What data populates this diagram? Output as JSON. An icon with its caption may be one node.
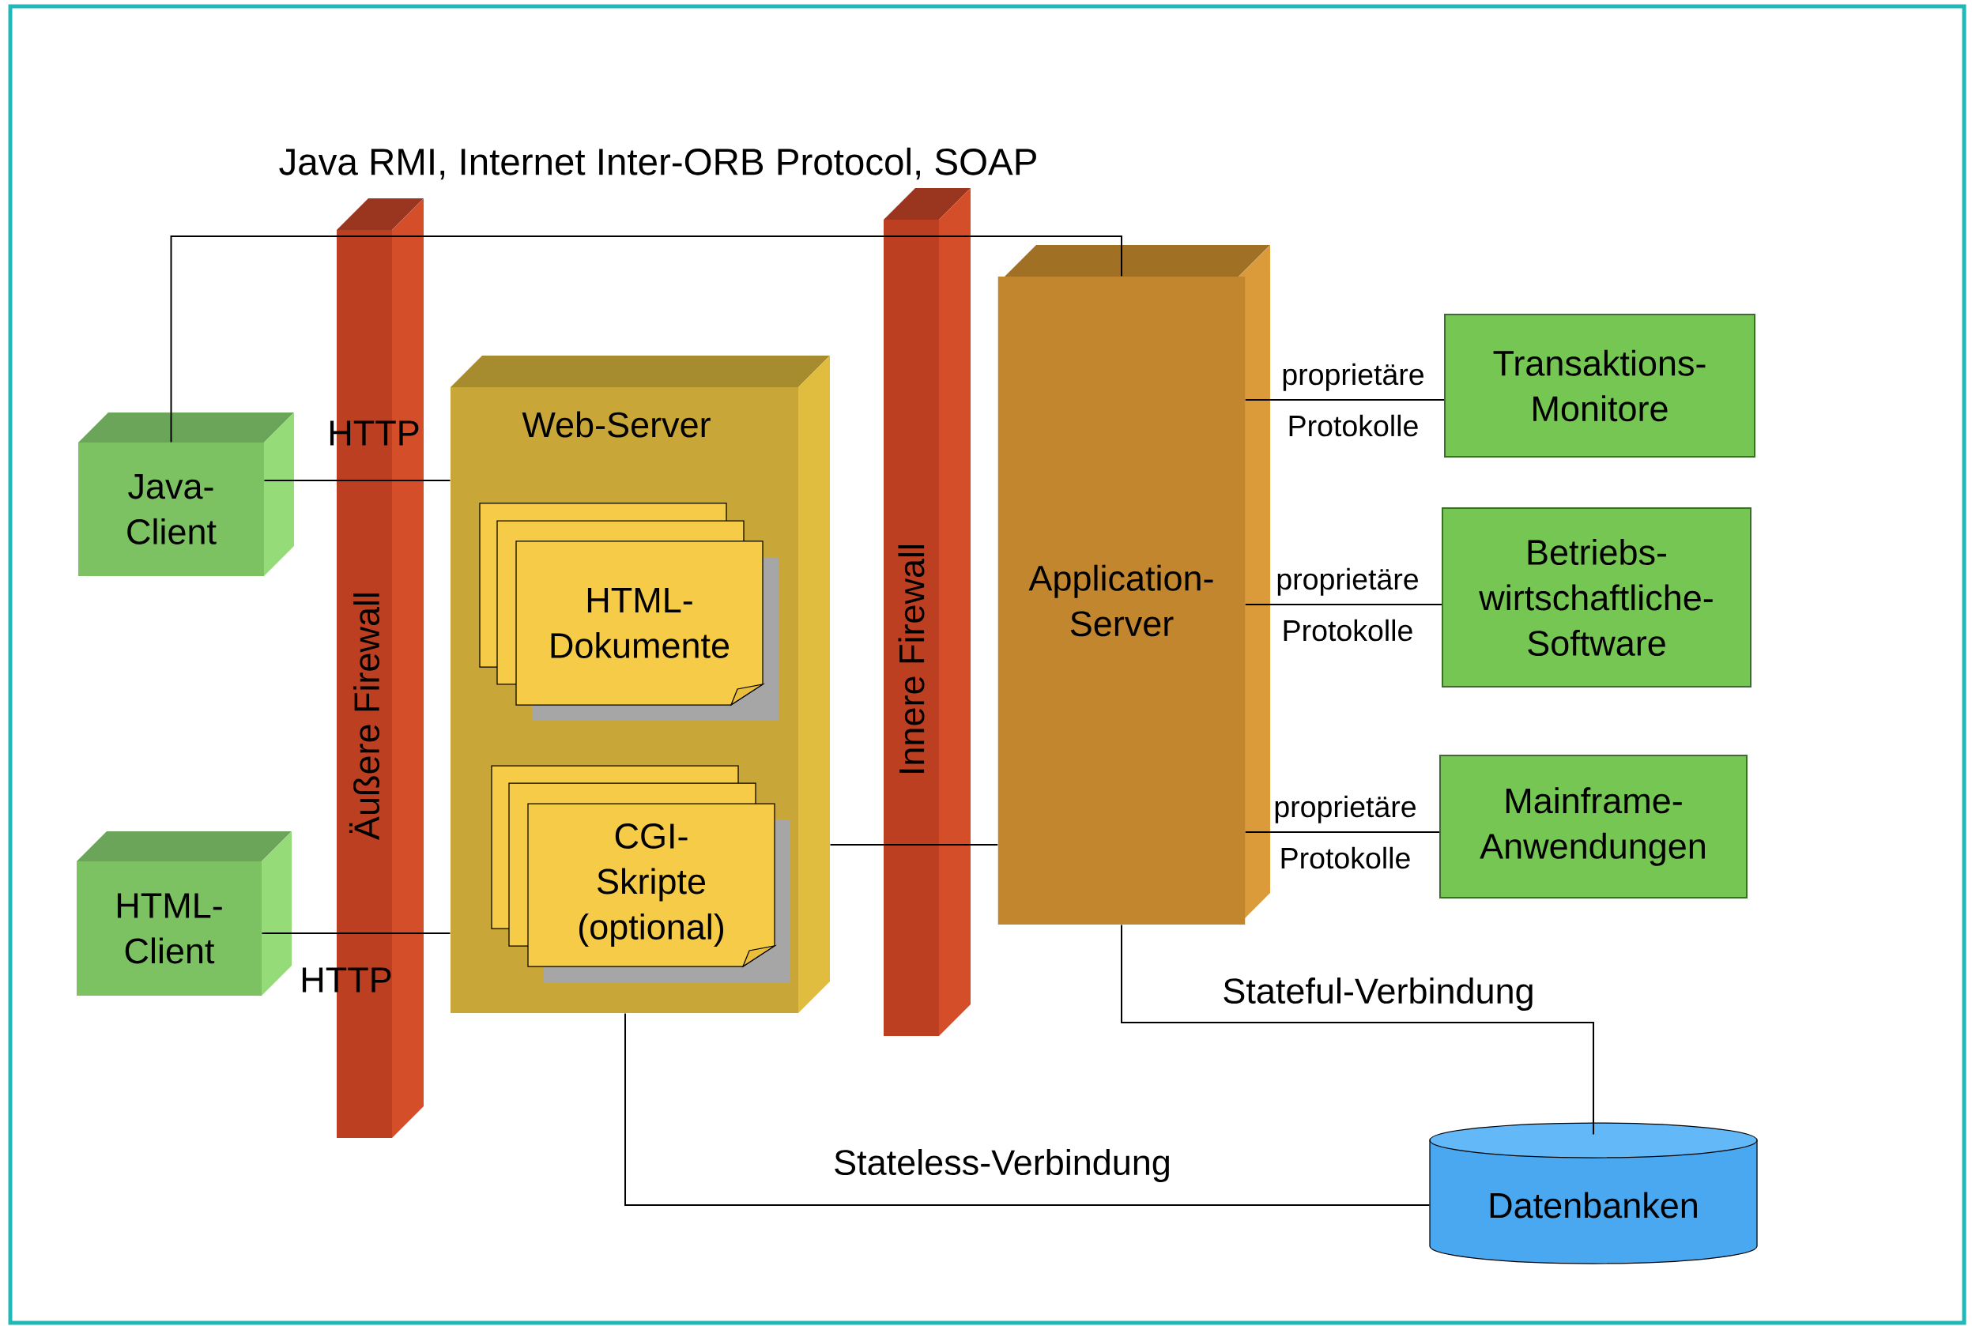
{
  "diagram": {
    "nodes": [
      {
        "text": [
          "Java- Client"
        ]
      },
      {
        "text": [
          "HTML- Client"
        ]
      },
      {
        "text": [
          "Web-Server"
        ]
      },
      {
        "text": [
          "HTML- Dokumente"
        ],
        "in": 2
      },
      {
        "text": [
          "CGI- Skripte (optional)"
        ],
        "in": 2
      },
      {
        "text": [
          "Application- Server"
        ]
      },
      {
        "text": [
          "Transaktions- Monitore"
        ]
      },
      {
        "text": [
          "Betriebs- wirtschaftliche- Software"
        ]
      },
      {
        "text": [
          "Mainframe- Anwendungen"
        ]
      },
      {
        "text": [
          "Datenbanken"
        ]
      }
    ],
    "edges": [
      {
        "from": 0,
        "to": 5,
        "arrow": "none",
        "label": "Java RMI, Internet Inter-ORB Protocol, SOAP"
      },
      {
        "from": 0,
        "to": 2,
        "arrow": "none",
        "label": "HTTP"
      },
      {
        "from": 1,
        "to": 2,
        "arrow": "none",
        "label": "HTTP"
      },
      {
        "from": 2,
        "to": 5,
        "arrow": "none"
      },
      {
        "from": 5,
        "to": 6,
        "arrow": "none",
        "label": "proprietäre Protokolle"
      },
      {
        "from": 5,
        "to": 7,
        "arrow": "none",
        "label": "proprietäre Protokolle"
      },
      {
        "from": 5,
        "to": 8,
        "arrow": "none",
        "label": "proprietäre Protokolle"
      },
      {
        "from": 5,
        "to": 9,
        "arrow": "none",
        "label": "Stateful-Verbindung"
      },
      {
        "from": 2,
        "to": 9,
        "arrow": "none",
        "label": "Stateless-Verbindung"
      }
    ],
    "labels": [
      "Äußere Firewall",
      "Innere Firewall"
    ]
  }
}
